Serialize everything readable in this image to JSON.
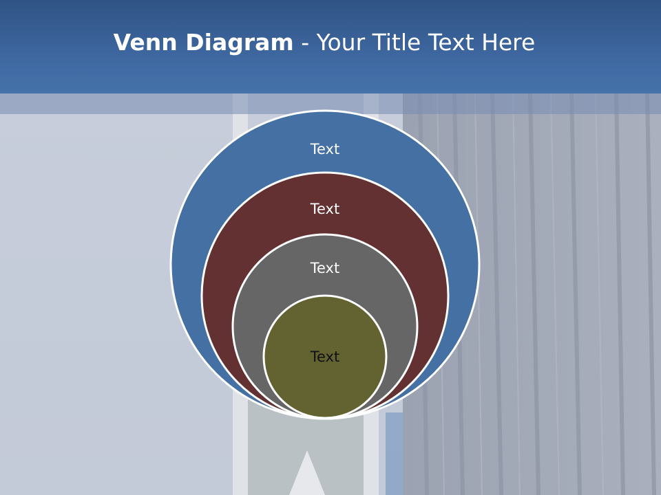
{
  "slide": {
    "title_bold": "Venn Diagram",
    "title_rest": " - Your Title Text Here"
  },
  "colors": {
    "header": "#3e67a0",
    "circle_outer": "#4470a4",
    "circle_second": "#643132",
    "circle_third": "#666666",
    "circle_inner": "#636332",
    "circle_border": "#ffffff"
  },
  "circles": [
    {
      "label": "Text",
      "fill": "#4470a4",
      "text_color": "#ffffff"
    },
    {
      "label": "Text",
      "fill": "#643132",
      "text_color": "#ffffff"
    },
    {
      "label": "Text",
      "fill": "#666666",
      "text_color": "#ffffff"
    },
    {
      "label": "Text",
      "fill": "#636332",
      "text_color": "#111111"
    }
  ]
}
